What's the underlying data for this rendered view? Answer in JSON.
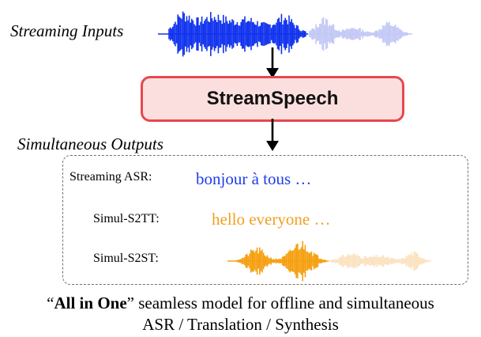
{
  "labels": {
    "streaming_inputs": "Streaming Inputs",
    "simultaneous_outputs": "Simultaneous Outputs"
  },
  "model": {
    "name": "StreamSpeech"
  },
  "outputs": {
    "rows": [
      {
        "label": "Streaming ASR:",
        "value": "bonjour à tous …",
        "color": "#1f3ee6"
      },
      {
        "label": "Simul-S2TT:",
        "value": "hello everyone …",
        "color": "#f0a022"
      },
      {
        "label": "Simul-S2ST:"
      }
    ]
  },
  "caption": {
    "open_quote": "“",
    "bold": "All in One",
    "rest": "” seamless model for offline and simultaneous",
    "line2": "ASR / Translation / Synthesis"
  },
  "colors": {
    "input_wave": "#1133ee",
    "input_wave_faded": "#c3c9f5",
    "output_wave": "#f5a012",
    "output_wave_faded": "#fbe3c2",
    "model_border": "#e8474f",
    "model_fill": "#fbdfdf"
  },
  "icons": [
    "arrow-down-icon",
    "waveform-icon"
  ]
}
